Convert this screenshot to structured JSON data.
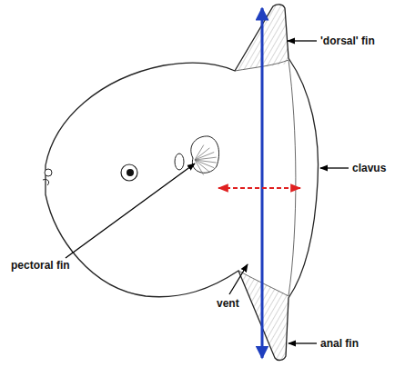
{
  "diagram": {
    "labels": [
      "'dorsal' fin",
      "clavus",
      "pectoral fin",
      "vent",
      "anal fin"
    ]
  }
}
